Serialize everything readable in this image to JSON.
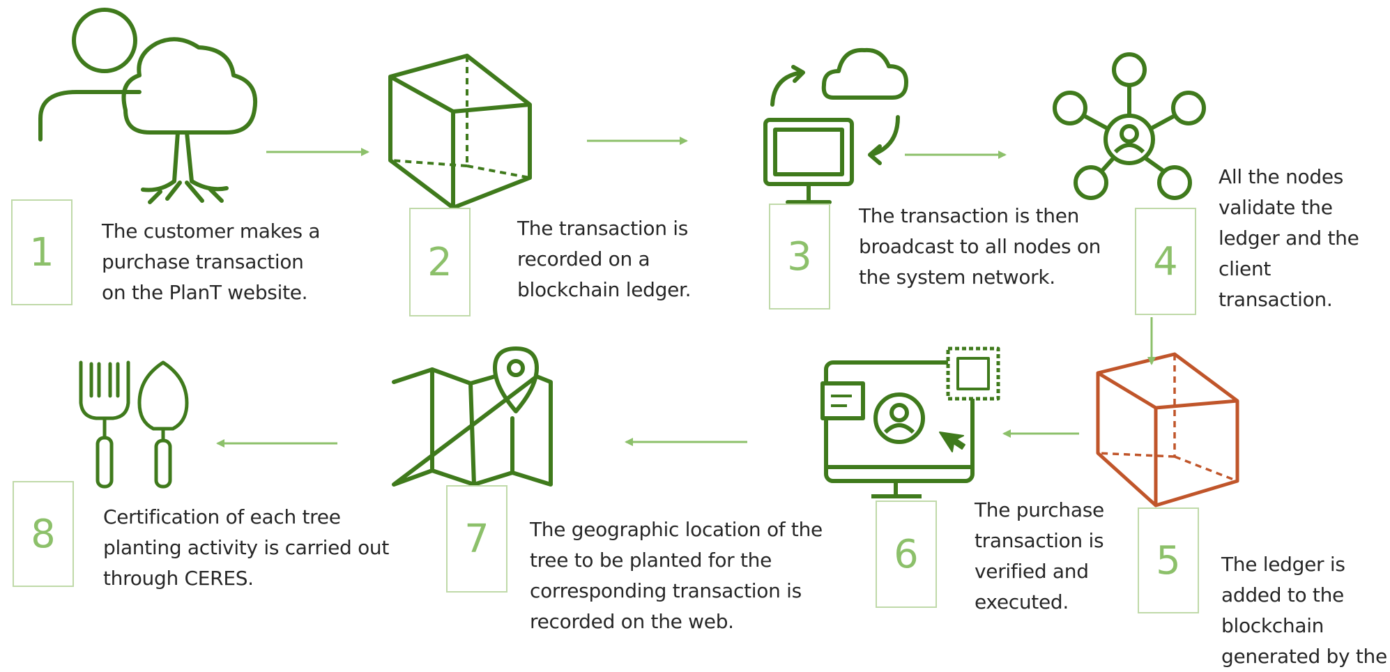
{
  "colors": {
    "dark_green": "#3f7a1c",
    "light_green": "#8cc06a",
    "box_border": "#bfd9a8",
    "orange": "#c0552a",
    "text": "#262626"
  },
  "steps": [
    {
      "number": "1",
      "icon": "person-tree-icon",
      "text": "The customer makes a\npurchase transaction\non the PlanT website."
    },
    {
      "number": "2",
      "icon": "cube-icon",
      "text": "The transaction is\nrecorded on a\nblockchain ledger."
    },
    {
      "number": "3",
      "icon": "cloud-sync-computer-icon",
      "text": "The transaction is then\nbroadcast to all nodes on\nthe system network."
    },
    {
      "number": "4",
      "icon": "network-nodes-icon",
      "text": "All the nodes\nvalidate the\nledger and the\nclient\ntransaction."
    },
    {
      "number": "5",
      "icon": "orange-cube-icon",
      "text": "The ledger is\nadded to the\nblockchain\ngenerated by the"
    },
    {
      "number": "6",
      "icon": "monitor-user-icon",
      "text": "The purchase\ntransaction is\nverified and\nexecuted."
    },
    {
      "number": "7",
      "icon": "map-pin-icon",
      "text": "The geographic location of the\ntree to be planted for the\ncorresponding transaction is\nrecorded on the web."
    },
    {
      "number": "8",
      "icon": "garden-tools-icon",
      "text": "Certification of each tree\nplanting activity is carried out\nthrough CERES."
    }
  ]
}
